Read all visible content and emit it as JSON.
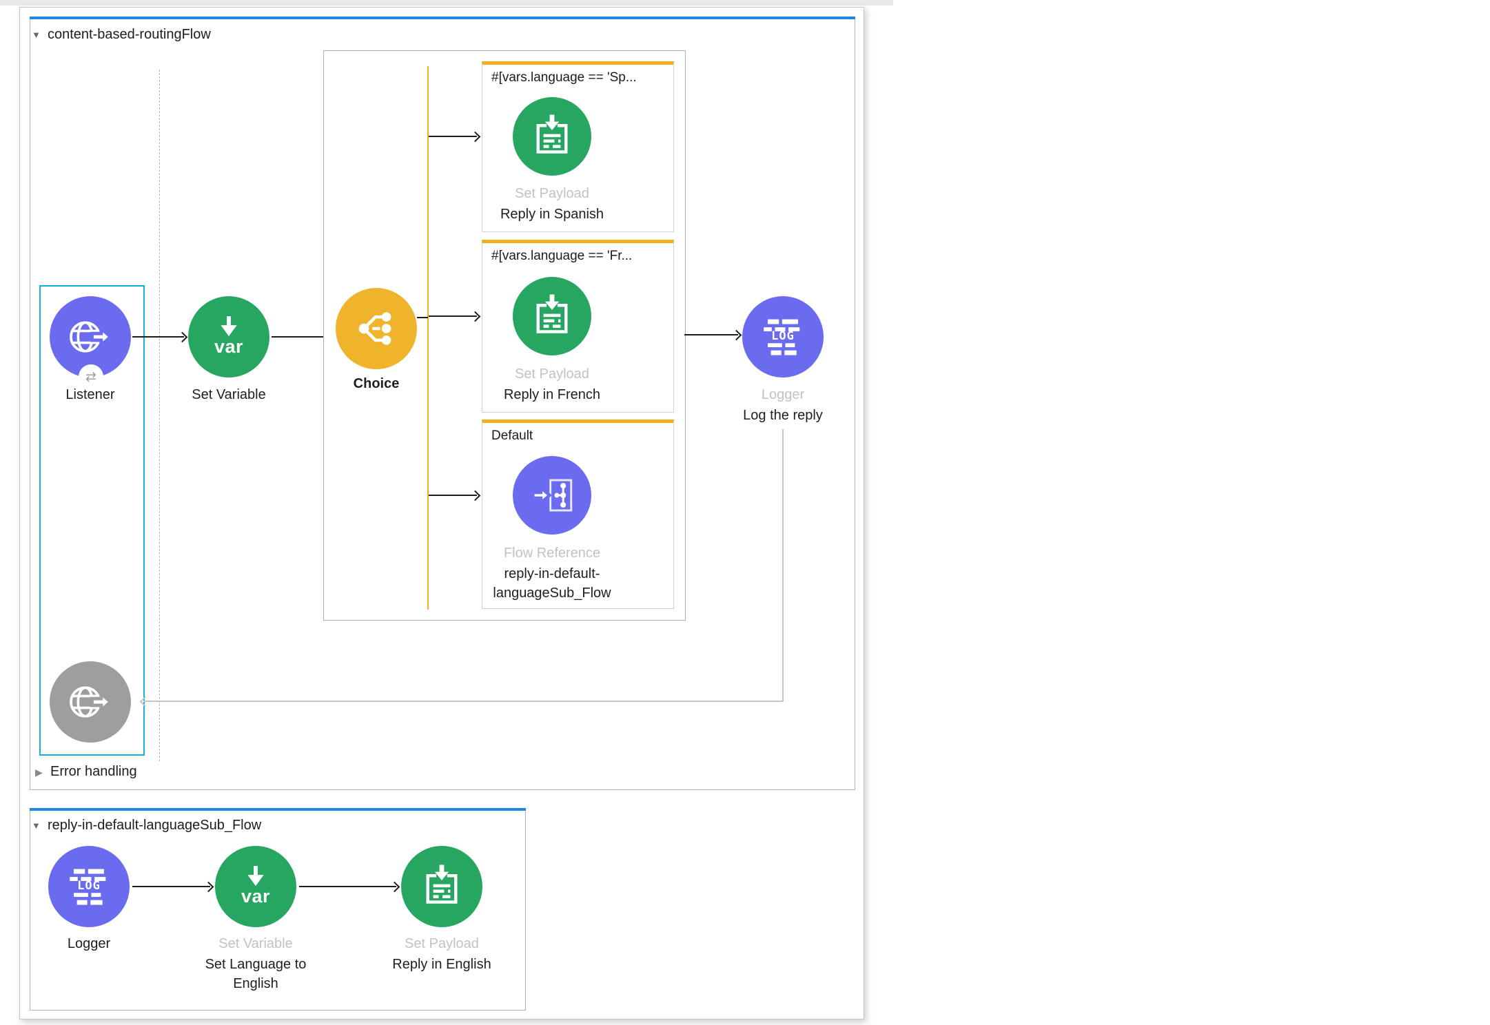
{
  "colors": {
    "accent_blue": "#1E87E6",
    "selection_cyan": "#0FB2DC",
    "node_purple": "#6B6BF0",
    "node_green": "#27A661",
    "node_yellow": "#F0B42C",
    "node_gray": "#9E9E9E",
    "branch_orange": "#F2B01E"
  },
  "icons": {
    "flow_collapse": "▼",
    "error_collapse": "▶",
    "listener_badge": "⇄",
    "var_text": "var",
    "log_text": "LOG"
  },
  "flow1": {
    "title": "content-based-routingFlow",
    "listener_label": "Listener",
    "set_variable_label": "Set Variable",
    "choice_label": "Choice",
    "branches": [
      {
        "condition": "#[vars.language == 'Sp...",
        "type_label": "Set Payload",
        "name": "Reply in Spanish"
      },
      {
        "condition": "#[vars.language == 'Fr...",
        "type_label": "Set Payload",
        "name": "Reply in French"
      },
      {
        "condition": "Default",
        "type_label": "Flow Reference",
        "name": "reply-in-default-languageSub_Flow"
      }
    ],
    "logger_type_label": "Logger",
    "logger_name": "Log the reply",
    "error_handling_label": "Error handling"
  },
  "flow2": {
    "title": "reply-in-default-languageSub_Flow",
    "logger_label": "Logger",
    "set_variable_type_label": "Set Variable",
    "set_variable_name": "Set Language to English",
    "set_payload_type_label": "Set Payload",
    "set_payload_name": "Reply in English"
  }
}
